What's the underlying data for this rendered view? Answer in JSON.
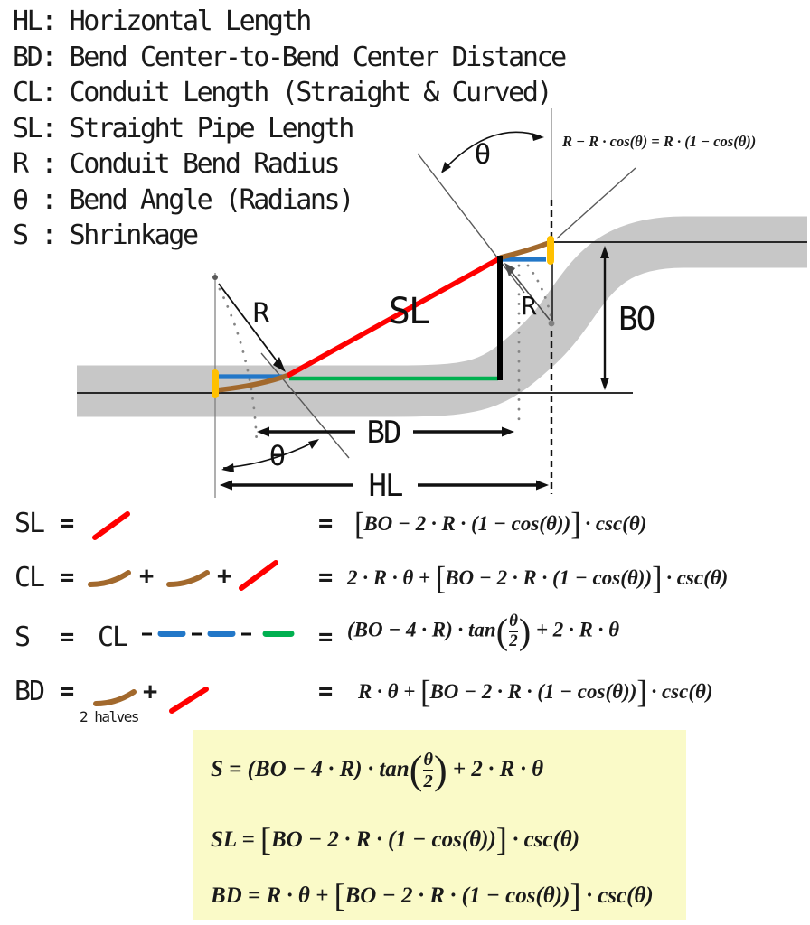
{
  "legend": {
    "lines": [
      "HL: Horizontal Length",
      "BD: Bend Center-to-Bend Center Distance",
      "CL: Conduit Length (Straight & Curved)",
      "SL: Straight Pipe Length",
      "R : Conduit Bend Radius",
      "θ : Bend Angle (Radians)",
      "S : Shrinkage"
    ]
  },
  "diagram": {
    "annotation_formula": "R − R · cos(θ) =  R · (1 − cos(θ))",
    "labels": {
      "sl": "SL",
      "bo": "BO",
      "bd": "BD",
      "hl": "HL",
      "r_lower": "R",
      "r_upper": "R",
      "theta_lower": "θ",
      "theta_upper": "θ"
    },
    "colors": {
      "pipe_gray": "#C7C7C7",
      "straight_red": "#FF0000",
      "bend_brown": "#A2692D",
      "offset_blue": "#2277C8",
      "level_green": "#00B050",
      "tick_yellow": "#FFC000"
    }
  },
  "equations": {
    "equals": "=",
    "plus": "+",
    "rows": [
      {
        "label": "SL",
        "rhs": {
          "open": "[",
          "body": "BO − 2 · R · (1 − cos(θ))",
          "close": "]",
          "tail": " · csc(θ)"
        }
      },
      {
        "label": "CL",
        "rhs": {
          "lead": "2 · R · θ + ",
          "open": "[",
          "body": "BO − 2 · R · (1 − cos(θ))",
          "close": "]",
          "tail": " · csc(θ)"
        }
      },
      {
        "label": "S",
        "cl_ref": "CL",
        "rhs": {
          "lead": "(BO − 4 · R) · tan",
          "frac_open": "(",
          "frac_num": "θ",
          "frac_den": "2",
          "frac_close": ")",
          "tail": " + 2 · R · θ"
        }
      },
      {
        "label": "BD",
        "note": "2 halves",
        "rhs": {
          "lead": "R · θ + ",
          "open": "[",
          "body": "BO − 2 · R · (1 − cos(θ))",
          "close": "]",
          "tail": " · csc(θ)"
        }
      }
    ]
  },
  "summary_box": {
    "bg": "#FAFAC8",
    "formulas": [
      {
        "lead": "S = (BO − 4 · R) · tan",
        "frac_open": "(",
        "frac_num": "θ",
        "frac_den": "2",
        "frac_close": ")",
        "tail": " + 2 · R · θ"
      },
      {
        "lead": "SL = ",
        "open": "[",
        "body": "BO − 2 · R · (1 − cos(θ))",
        "close": "]",
        "tail": " · csc(θ)"
      },
      {
        "lead": "BD = R · θ + ",
        "open": "[",
        "body": "BO − 2 · R · (1 − cos(θ))",
        "close": "]",
        "tail": " · csc(θ)"
      }
    ]
  }
}
